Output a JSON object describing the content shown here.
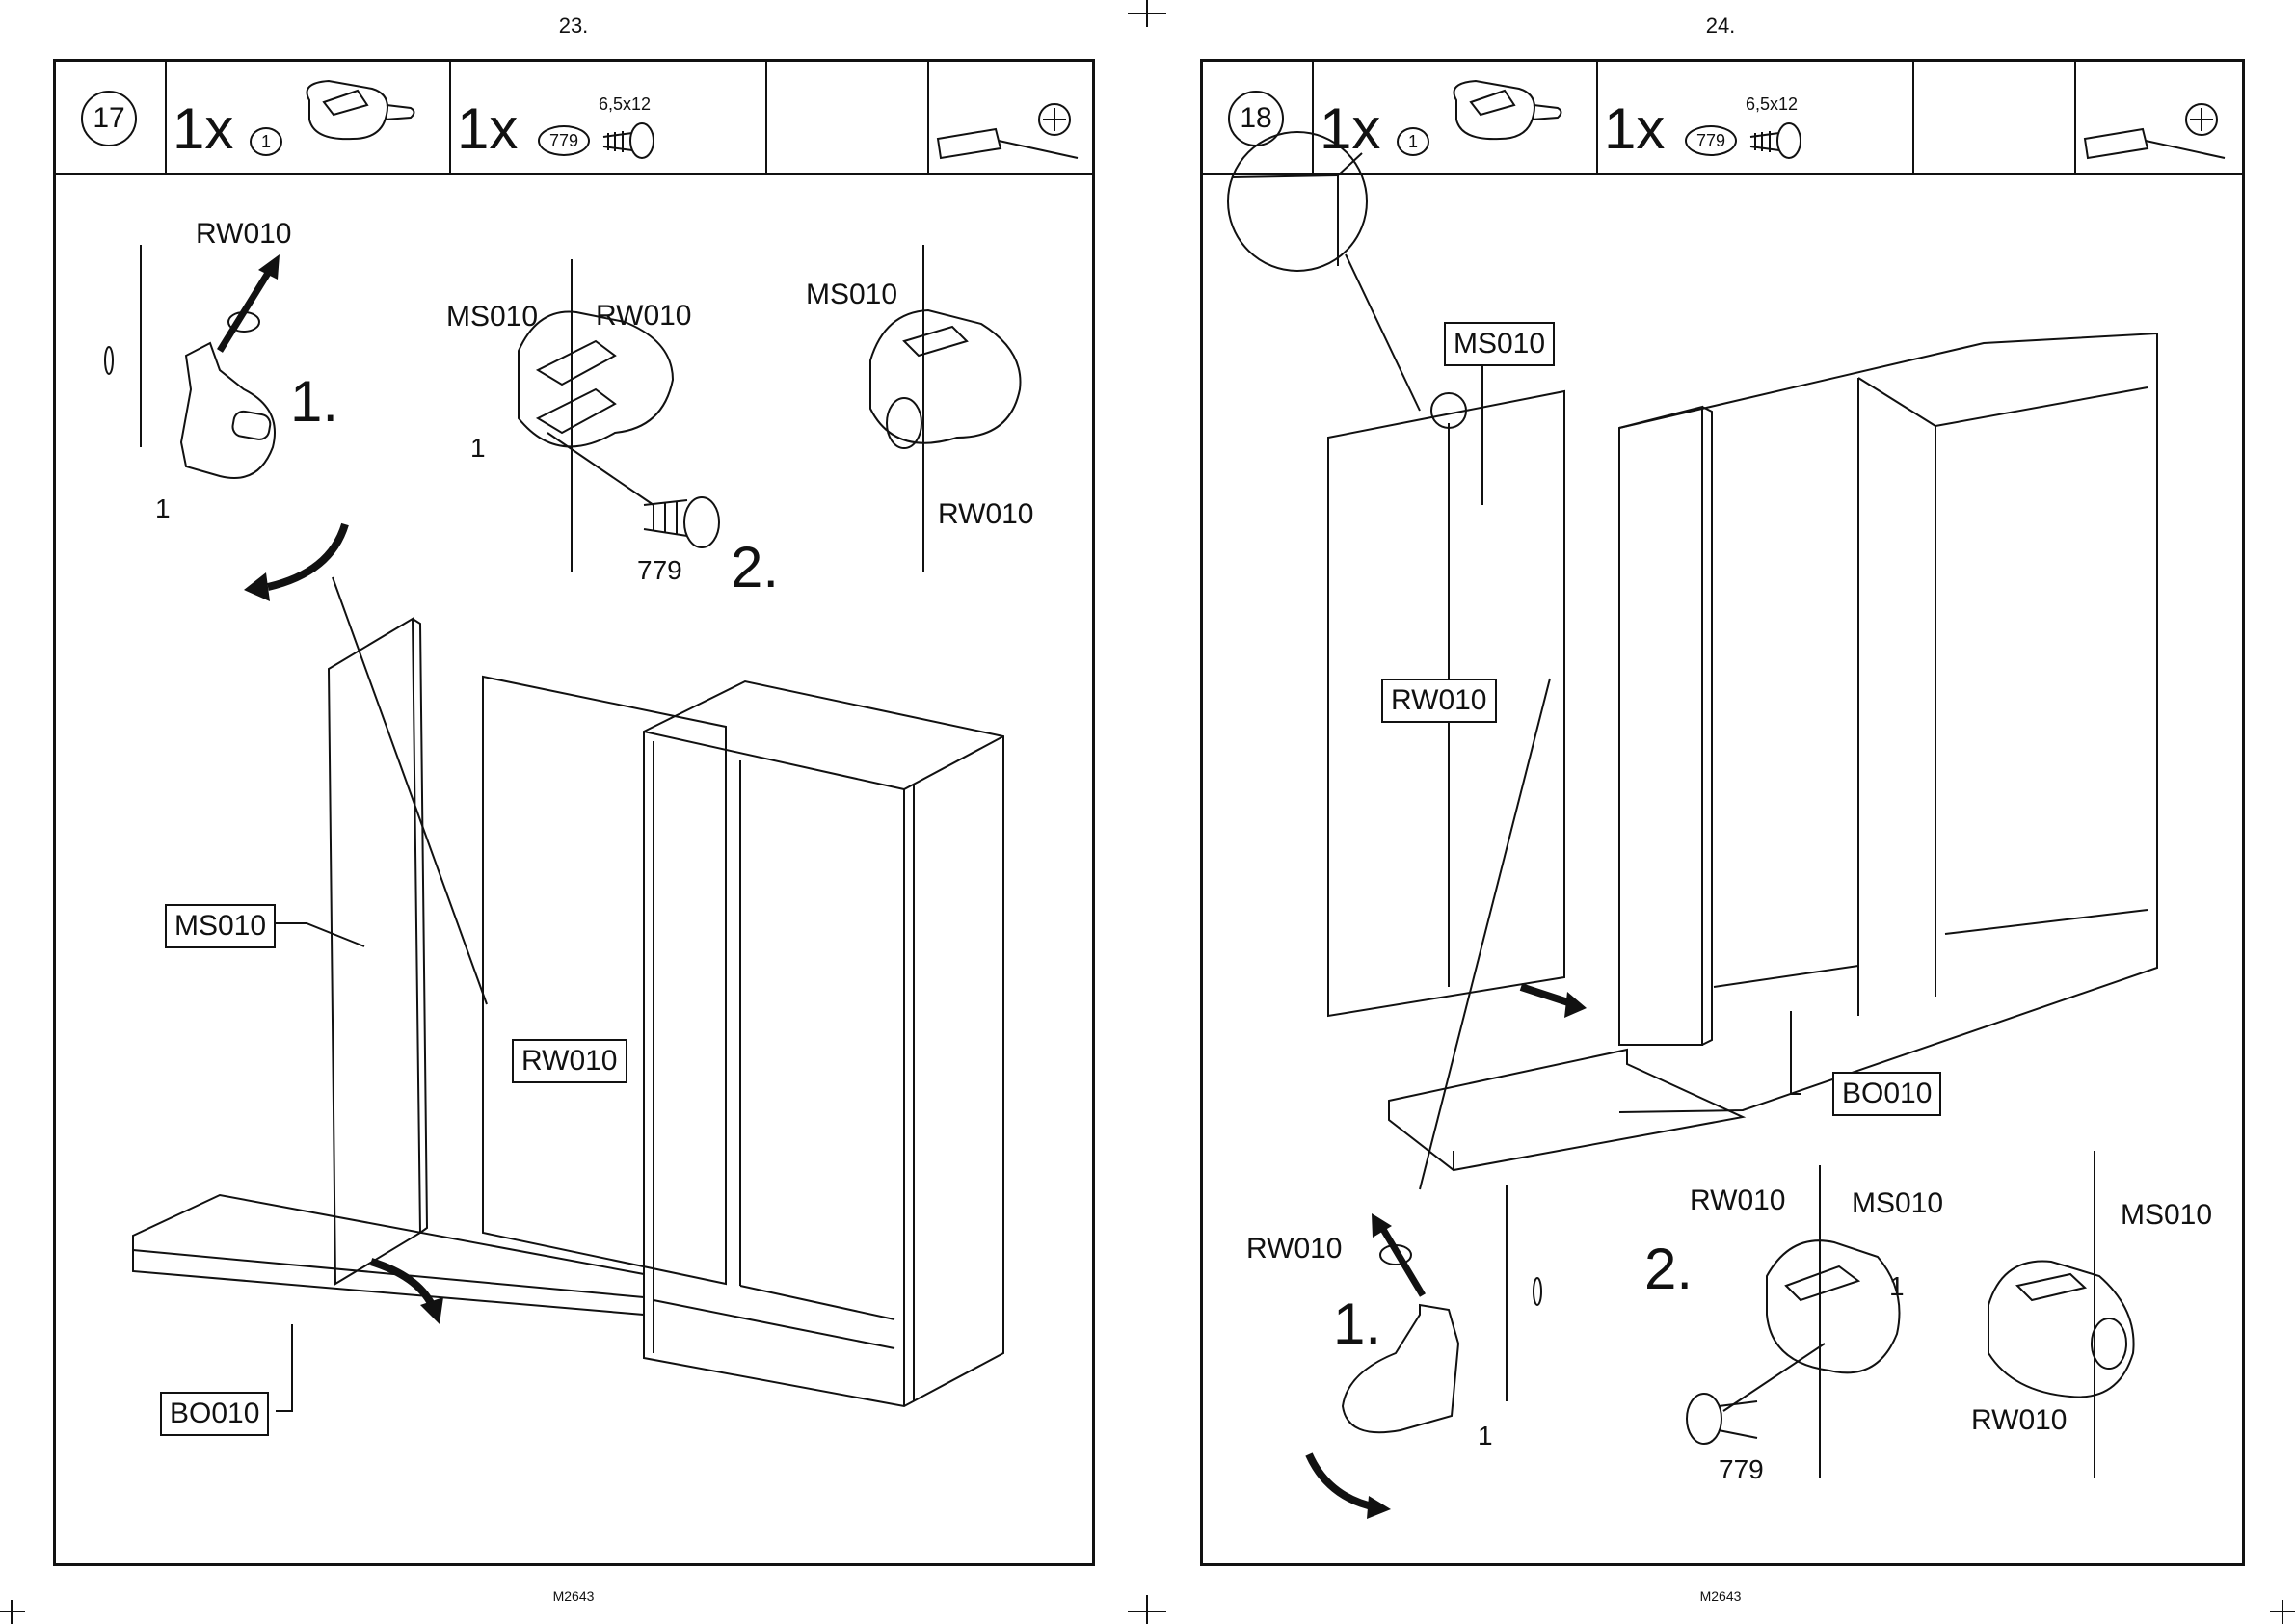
{
  "pages": [
    {
      "page_number": "23.",
      "footer": "M2643",
      "step": "17",
      "hardware": [
        {
          "qty": "1x",
          "part": "1"
        },
        {
          "qty": "1x",
          "part": "779",
          "spec": "6,5x12"
        }
      ],
      "labels": {
        "rw_top": "RW010",
        "ms_mid": "MS010",
        "rw_mid": "RW010",
        "ms_right": "MS010",
        "rw_right": "RW010",
        "num1_left": "1",
        "num1_mid": "1",
        "screw": "779",
        "step1": "1.",
        "step2": "2.",
        "box_ms": "MS010",
        "box_rw": "RW010",
        "box_bo": "BO010"
      }
    },
    {
      "page_number": "24.",
      "footer": "M2643",
      "step": "18",
      "hardware": [
        {
          "qty": "1x",
          "part": "1"
        },
        {
          "qty": "1x",
          "part": "779",
          "spec": "6,5x12"
        }
      ],
      "labels": {
        "box_ms": "MS010",
        "box_rw": "RW010",
        "box_bo": "BO010",
        "rw_left": "RW010",
        "rw_mid": "RW010",
        "ms_mid": "MS010",
        "ms_right": "MS010",
        "rw_right": "RW010",
        "step1": "1.",
        "step2": "2.",
        "num1_left": "1",
        "num1_mid": "1",
        "screw": "779"
      }
    }
  ]
}
